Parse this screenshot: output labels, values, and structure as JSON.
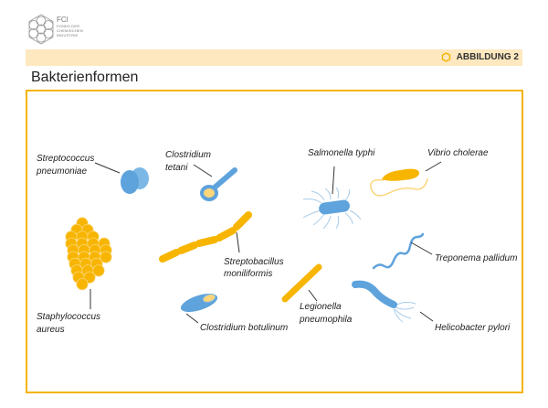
{
  "logo": {
    "name": "FCI",
    "subtitle_lines": [
      "FONDS DER",
      "CHEMISCHEN",
      "INDUSTRIE"
    ]
  },
  "header": {
    "figure_label": "ABBILDUNG 2",
    "figure_icon": "hexagon-icon"
  },
  "title": "Bakterienformen",
  "colors": {
    "accent": "#f5b400",
    "band": "#fde8bf",
    "blue": "#5fa3dc",
    "yellow": "#f7b500"
  },
  "labels": {
    "streptococcus": [
      "Streptococcus",
      "pneumoniae"
    ],
    "clostridium_tetani": [
      "Clostridium",
      "tetani"
    ],
    "salmonella": [
      "Salmonella typhi"
    ],
    "vibrio": [
      "Vibrio cholerae"
    ],
    "streptobacillus": [
      "Streptobacillus",
      "moniliformis"
    ],
    "treponema": [
      "Treponema pallidum"
    ],
    "staphylococcus": [
      "Staphylococcus",
      "aureus"
    ],
    "legionella": [
      "Legionella",
      "pneumophila"
    ],
    "clostridium_botulinum": [
      "Clostridium botulinum"
    ],
    "helicobacter": [
      "Helicobacter pylori"
    ]
  }
}
